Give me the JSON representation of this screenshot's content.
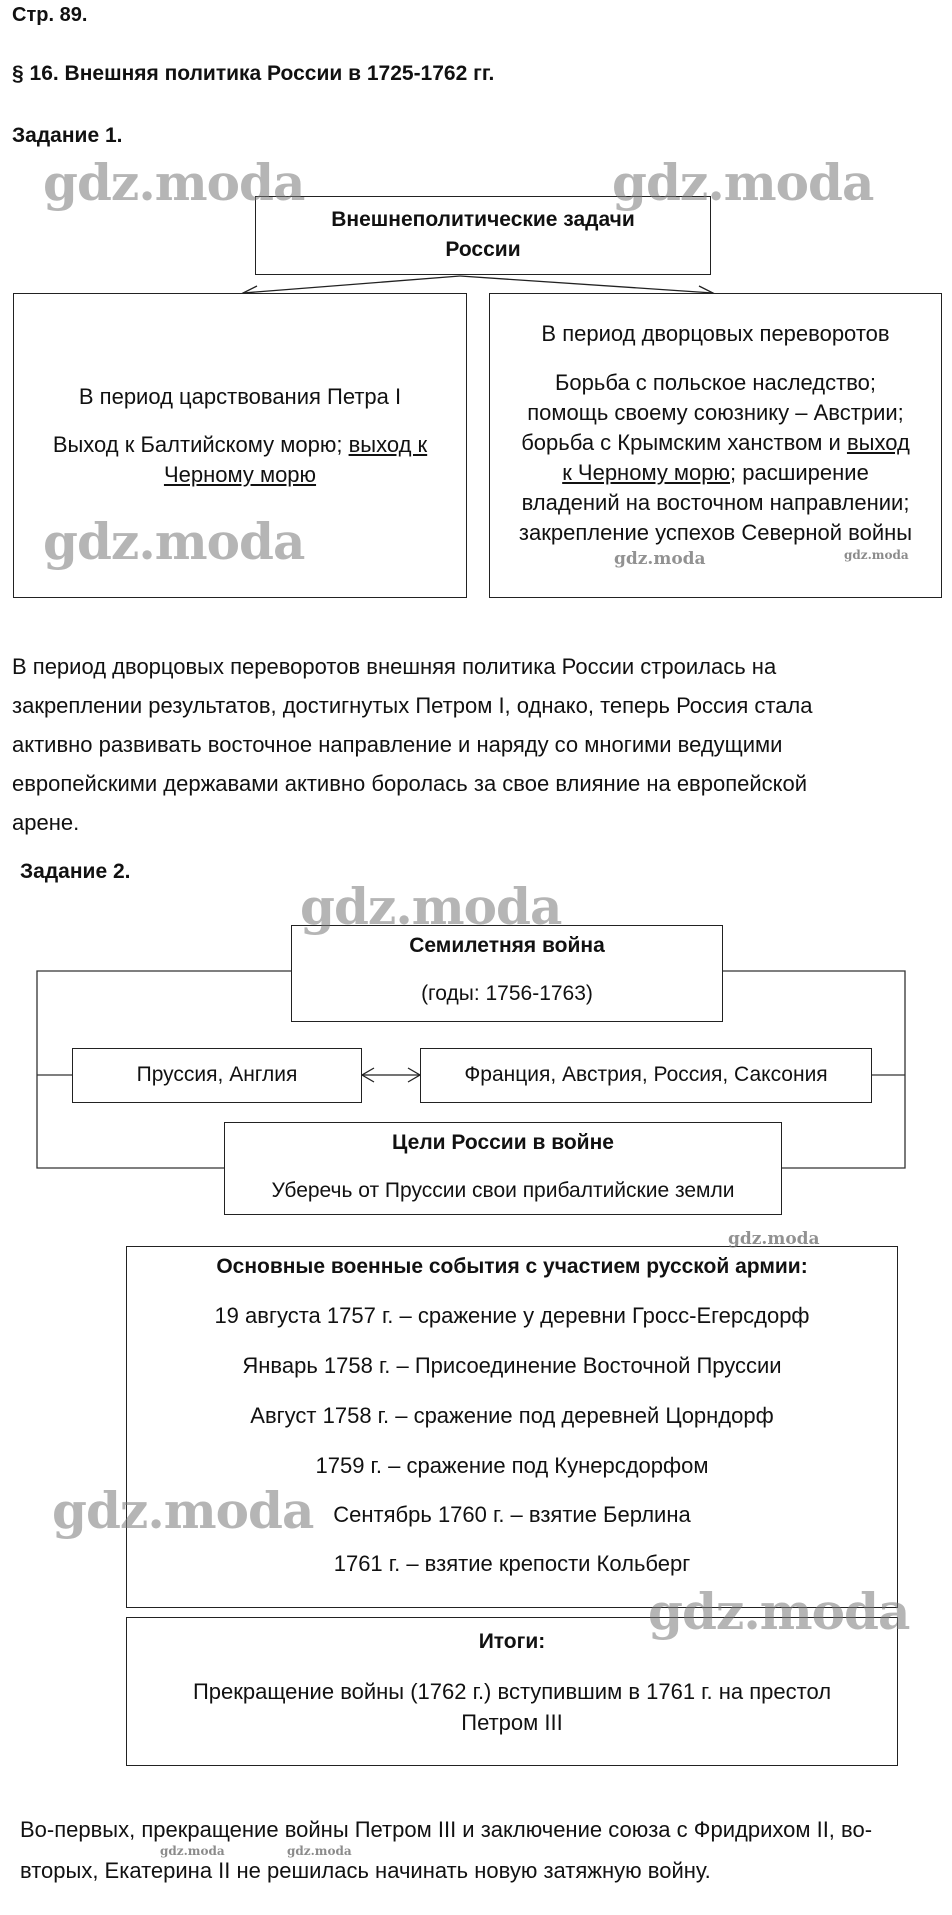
{
  "header": {
    "page": "Стр. 89.",
    "section": "§ 16. Внешняя политика России в 1725-1762 гг."
  },
  "task1": {
    "label": "Задание 1.",
    "top_box": {
      "line1": "Внешнеполитические задачи",
      "line2": "России"
    },
    "left_box": {
      "title": "В период царствования Петра I",
      "text_plain": "Выход к Балтийскому морю; ",
      "text_u1": "выход к",
      "text_u2": "Черному морю"
    },
    "right_box": {
      "title": "В период дворцовых переворотов",
      "line1": "Борьба с польское наследство;",
      "line2": "помощь своему союзнику – Австрии;",
      "line3_plain": "борьба с Крымским ханством и ",
      "line3_u": "выход",
      "line4_u": "к Черному морю",
      "line4_plain": "; расширение",
      "line5": "владений на восточном направлении;",
      "line6": "закрепление успехов Северной войны"
    }
  },
  "paragraph1": [
    "В период дворцовых переворотов внешняя политика России строилась на",
    "закреплении результатов, достигнутых Петром I, однако, теперь Россия стала",
    "активно развивать восточное направление и наряду со многими ведущими",
    "европейскими державами активно боролась за свое влияние на европейской",
    "арене."
  ],
  "task2": {
    "label": "Задание 2.",
    "war_box": {
      "title": "Семилетняя война",
      "years": "(годы: 1756-1763)"
    },
    "left_side": "Пруссия, Англия",
    "right_side": "Франция, Австрия, Россия, Саксония",
    "goals_box": {
      "title": "Цели России в войне",
      "text": "Уберечь от Пруссии свои прибалтийские земли"
    },
    "events_box": {
      "title": "Основные военные события с участием русской армии:",
      "events": [
        "19 августа 1757 г. – сражение у деревни Гросс-Егерсдорф",
        "Январь 1758 г. – Присоединение Восточной Пруссии",
        "Август 1758 г. – сражение под деревней Цорндорф",
        "1759 г. – сражение под Кунерсдорфом",
        "Сентябрь 1760 г. – взятие Берлина",
        "1761 г. – взятие крепости Кольберг"
      ]
    },
    "results_box": {
      "title": "Итоги:",
      "line1": "Прекращение войны (1762 г.) вступившим в 1761 г. на престол",
      "line2": "Петром III"
    }
  },
  "paragraph2": [
    "Во-первых, прекращение войны Петром III и заключение союза с Фридрихом II, во-",
    "вторых, Екатерина II не решилась начинать новую затяжную войну."
  ],
  "watermark": "gdz.moda"
}
